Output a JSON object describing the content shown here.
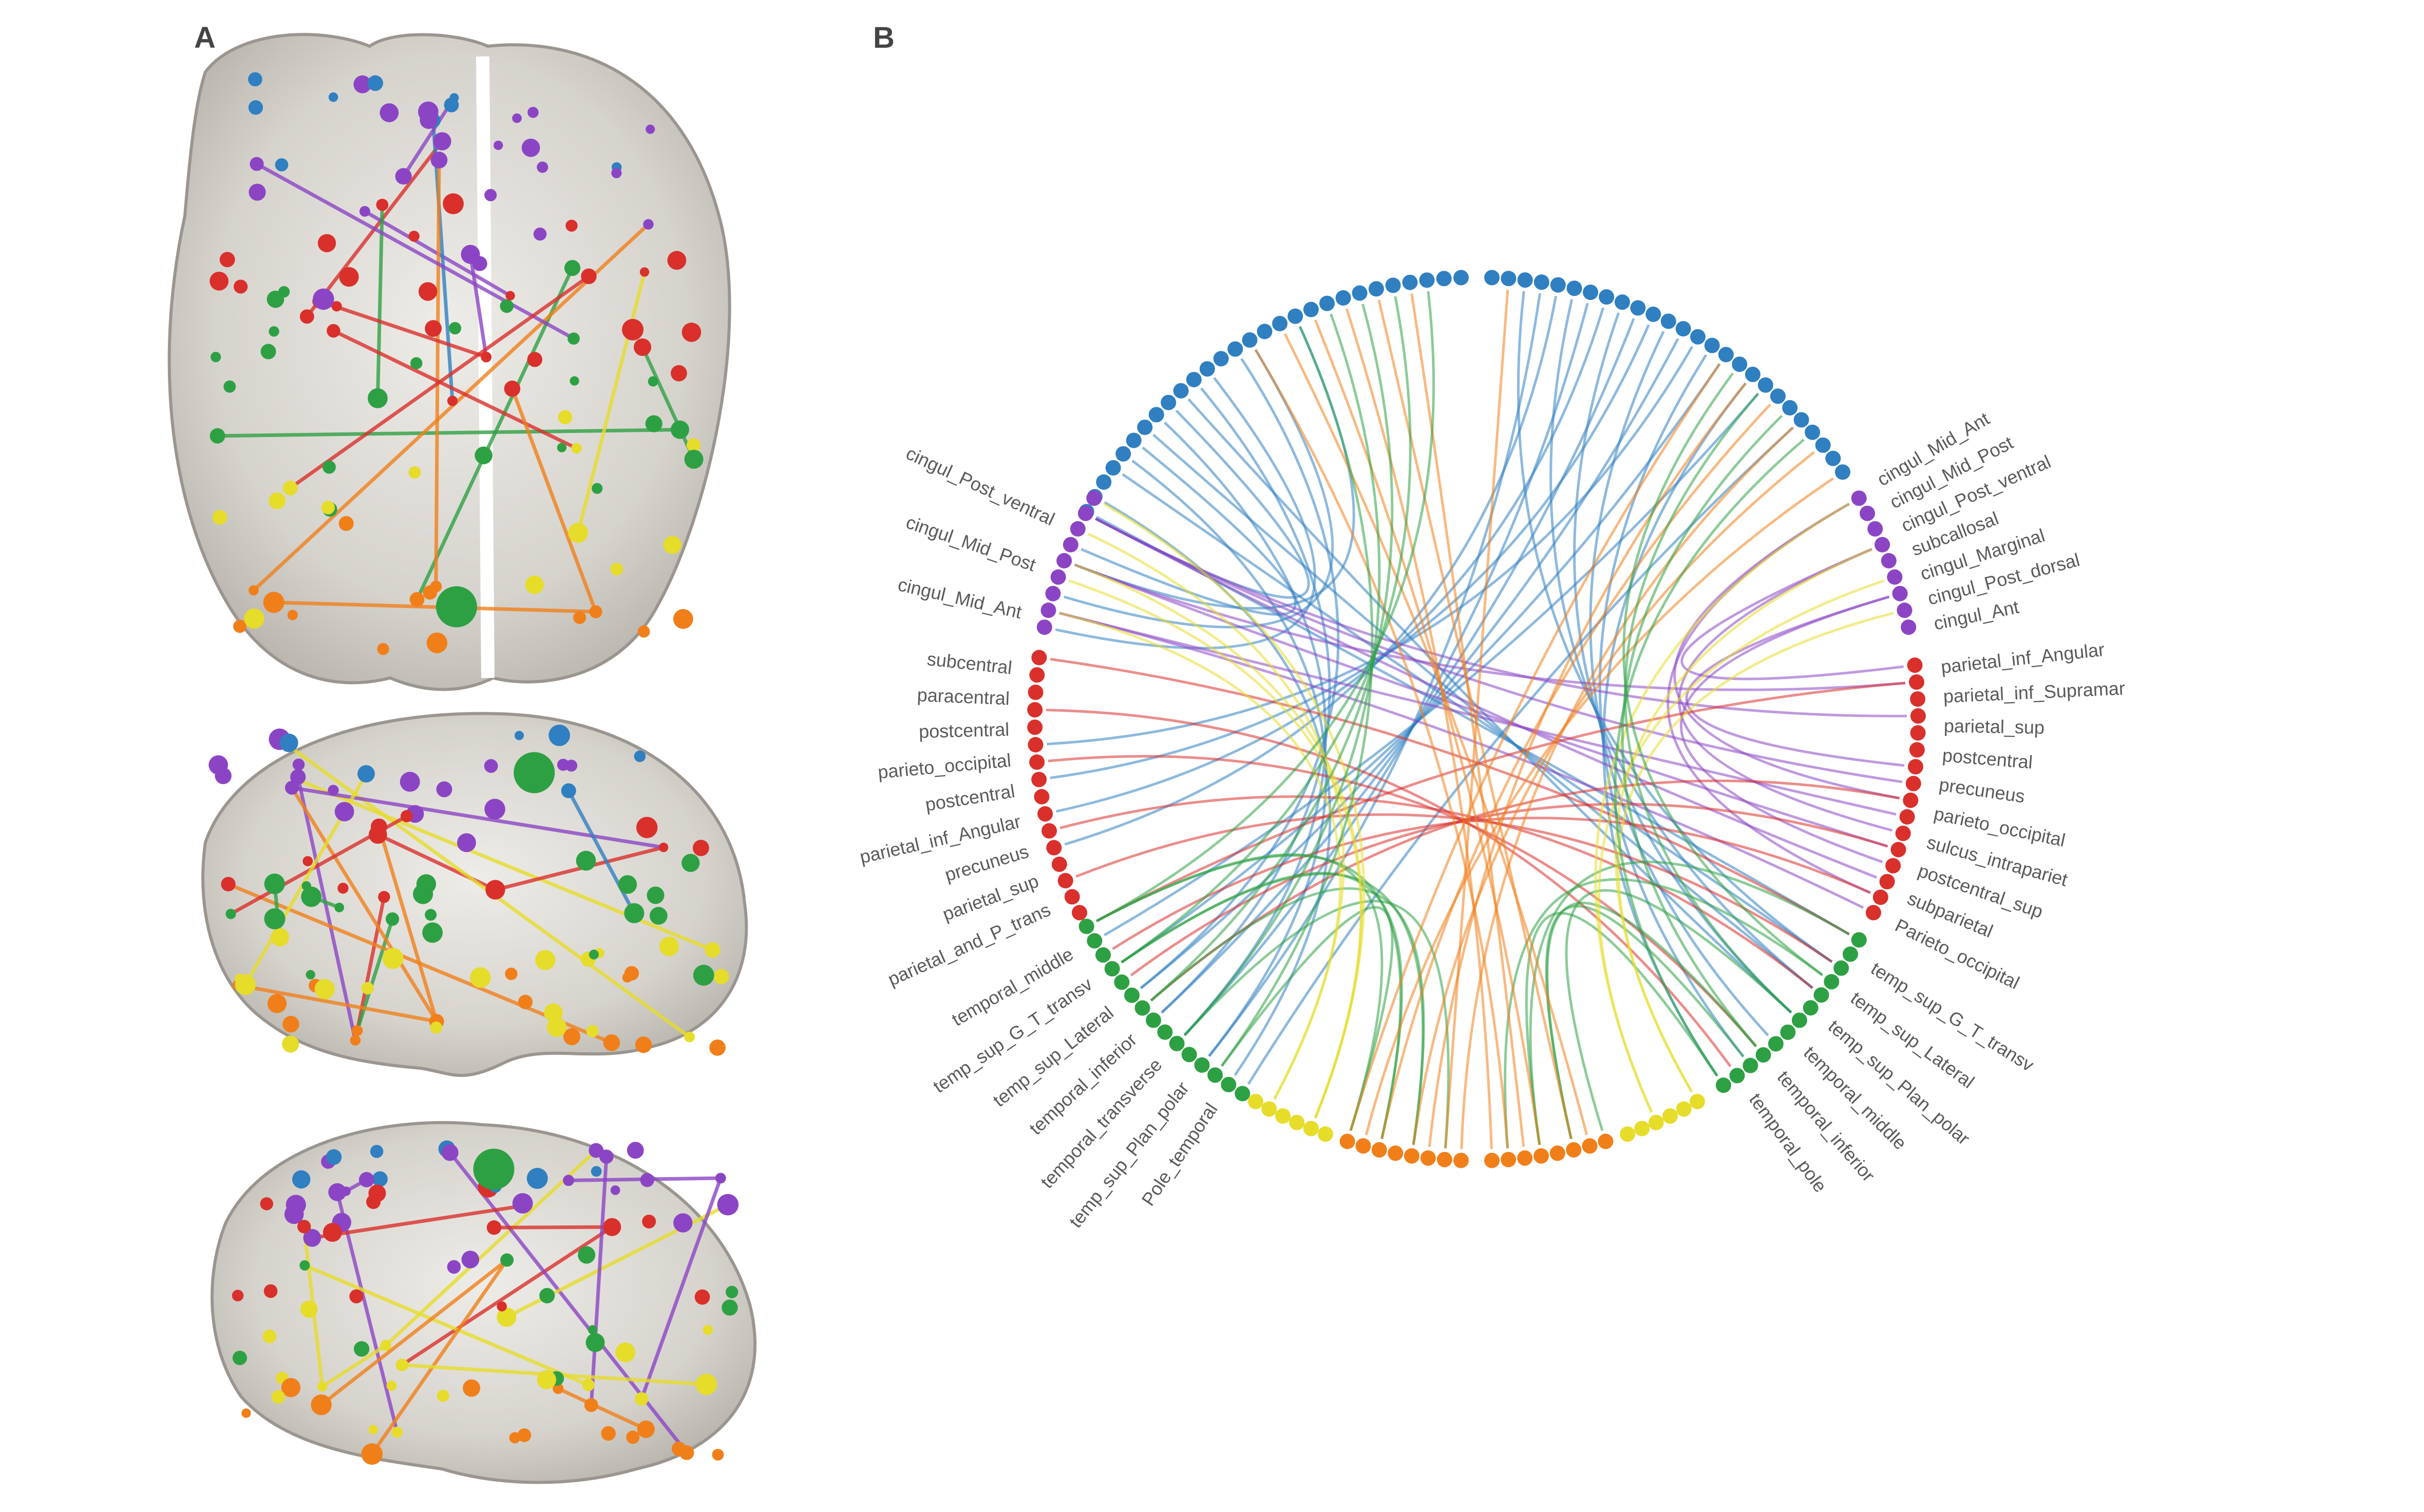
{
  "panels": {
    "a_label": "A",
    "b_label": "B"
  },
  "colors": {
    "frontal": "#2f7fc1",
    "cingulate": "#8b45c4",
    "parietal": "#d9302c",
    "temporal": "#2ea044",
    "insula": "#e6dc2a",
    "occipital": "#f07f1a",
    "brain": "#dcdad5",
    "outline": "#555555"
  },
  "circle_labels": {
    "right_upper": [
      "cingul_Mid_Ant",
      "cingul_Mid_Post",
      "cingul_Post_ventral",
      "subcallosal",
      "cingul_Marginal",
      "cingul_Post_dorsal",
      "cingul_Ant"
    ],
    "right_middle": [
      "parietal_inf_Angular",
      "parietal_inf_Supramar",
      "parietal_sup",
      "postcentral",
      "precuneus",
      "parieto_occipital",
      "sulcus_intrapariet",
      "postcentral_sup",
      "subparietal",
      "Parieto_occipital"
    ],
    "right_lower": [
      "temp_sup_G_T_transv",
      "temp_sup_Lateral",
      "temp_sup_Plan_polar",
      "temporal_middle",
      "temporal_inferior",
      "temporal_pole"
    ],
    "left_upper": [
      "cingul_Mid_Ant",
      "cingul_Mid_Post",
      "cingul_Post_ventral"
    ],
    "left_middle": [
      "parietal_and_P_trans",
      "parietal_sup",
      "precuneus",
      "parietal_inf_Angular",
      "postcentral",
      "parieto_occipital",
      "postcentral",
      "paracentral",
      "subcentral"
    ],
    "left_lower": [
      "Pole_temporal",
      "temp_sup_Plan_polar",
      "temporal_transverse",
      "temporal_inferior",
      "temp_sup_Lateral",
      "temp_sup_G_T_transv",
      "temporal_middle"
    ]
  }
}
